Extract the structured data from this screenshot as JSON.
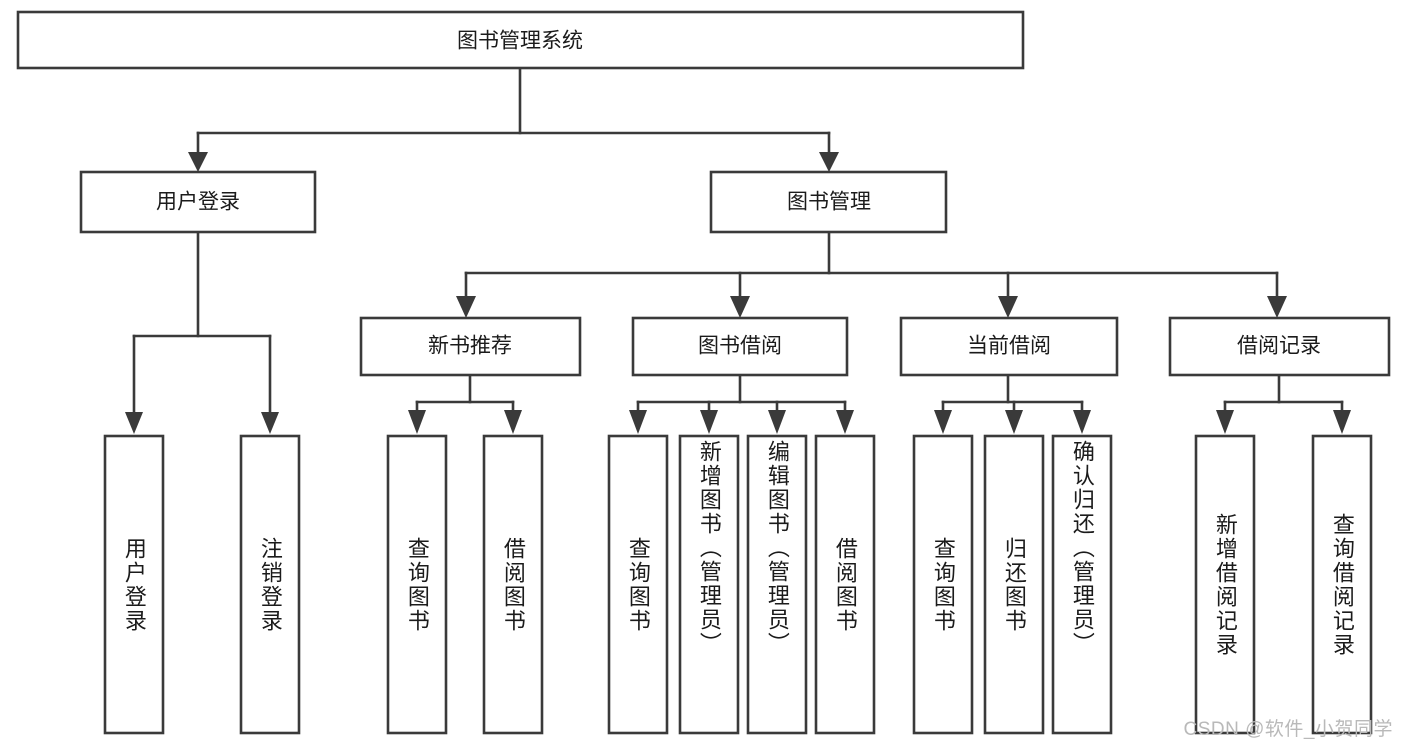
{
  "diagram": {
    "type": "tree-flowchart",
    "title": "图书管理系统",
    "orientation": "top-down",
    "root": {
      "label": "图书管理系统"
    },
    "level2": [
      {
        "label": "用户登录"
      },
      {
        "label": "图书管理"
      }
    ],
    "level3": [
      {
        "label": "新书推荐"
      },
      {
        "label": "图书借阅"
      },
      {
        "label": "当前借阅"
      },
      {
        "label": "借阅记录"
      }
    ],
    "leaves": {
      "user_login": [
        {
          "label": "用户登录"
        },
        {
          "label": "注销登录"
        }
      ],
      "new_book_recommend": [
        {
          "label": "查询图书"
        },
        {
          "label": "借阅图书"
        }
      ],
      "book_borrow": [
        {
          "label": "查询图书"
        },
        {
          "label": "新增图书（管理员）"
        },
        {
          "label": "编辑图书（管理员）"
        },
        {
          "label": "借阅图书"
        }
      ],
      "current_borrow": [
        {
          "label": "查询图书"
        },
        {
          "label": "归还图书"
        },
        {
          "label": "确认归还（管理员）"
        }
      ],
      "borrow_record": [
        {
          "label": "新增借阅记录"
        },
        {
          "label": "查询借阅记录"
        }
      ]
    }
  },
  "watermark": {
    "text": "CSDN @软件_小贺同学"
  },
  "colors": {
    "stroke": "#3a3a3a",
    "fill": "#ffffff",
    "text": "#1b1b1b",
    "watermark": "#b9b9b9"
  }
}
